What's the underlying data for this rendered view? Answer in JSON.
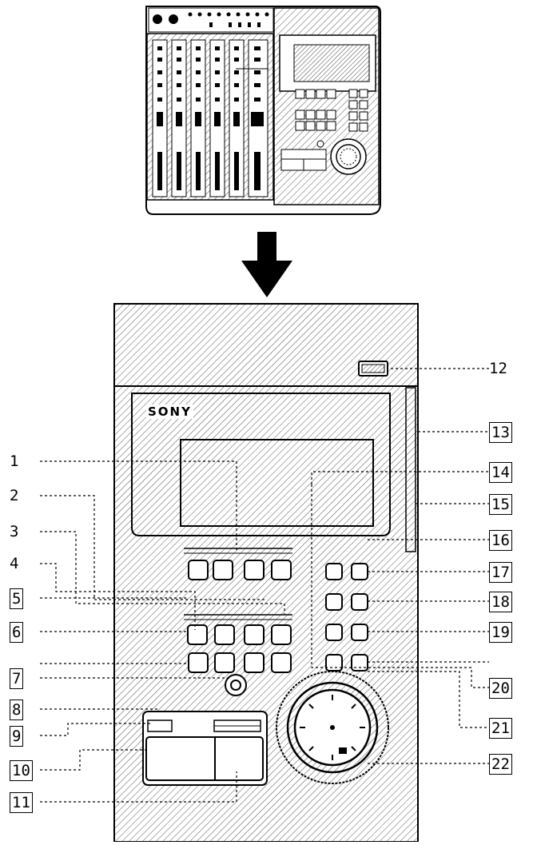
{
  "device": {
    "brand": "SONY"
  },
  "callouts": [
    {
      "id": 1,
      "text": "1"
    },
    {
      "id": 2,
      "text": "2"
    },
    {
      "id": 3,
      "text": "3"
    },
    {
      "id": 4,
      "text": "4"
    },
    {
      "id": 5,
      "text": "5"
    },
    {
      "id": 6,
      "text": "6"
    },
    {
      "id": 7,
      "text": "7"
    },
    {
      "id": 8,
      "text": "8"
    },
    {
      "id": 9,
      "text": "9"
    },
    {
      "id": 10,
      "text": "10"
    },
    {
      "id": 11,
      "text": "11"
    },
    {
      "id": 12,
      "text": "12"
    },
    {
      "id": 13,
      "text": "13"
    },
    {
      "id": 14,
      "text": "14"
    },
    {
      "id": 15,
      "text": "15"
    },
    {
      "id": 16,
      "text": "16"
    },
    {
      "id": 17,
      "text": "17"
    },
    {
      "id": 18,
      "text": "18"
    },
    {
      "id": 19,
      "text": "19"
    },
    {
      "id": 20,
      "text": "20"
    },
    {
      "id": 21,
      "text": "21"
    },
    {
      "id": 22,
      "text": "22"
    }
  ]
}
